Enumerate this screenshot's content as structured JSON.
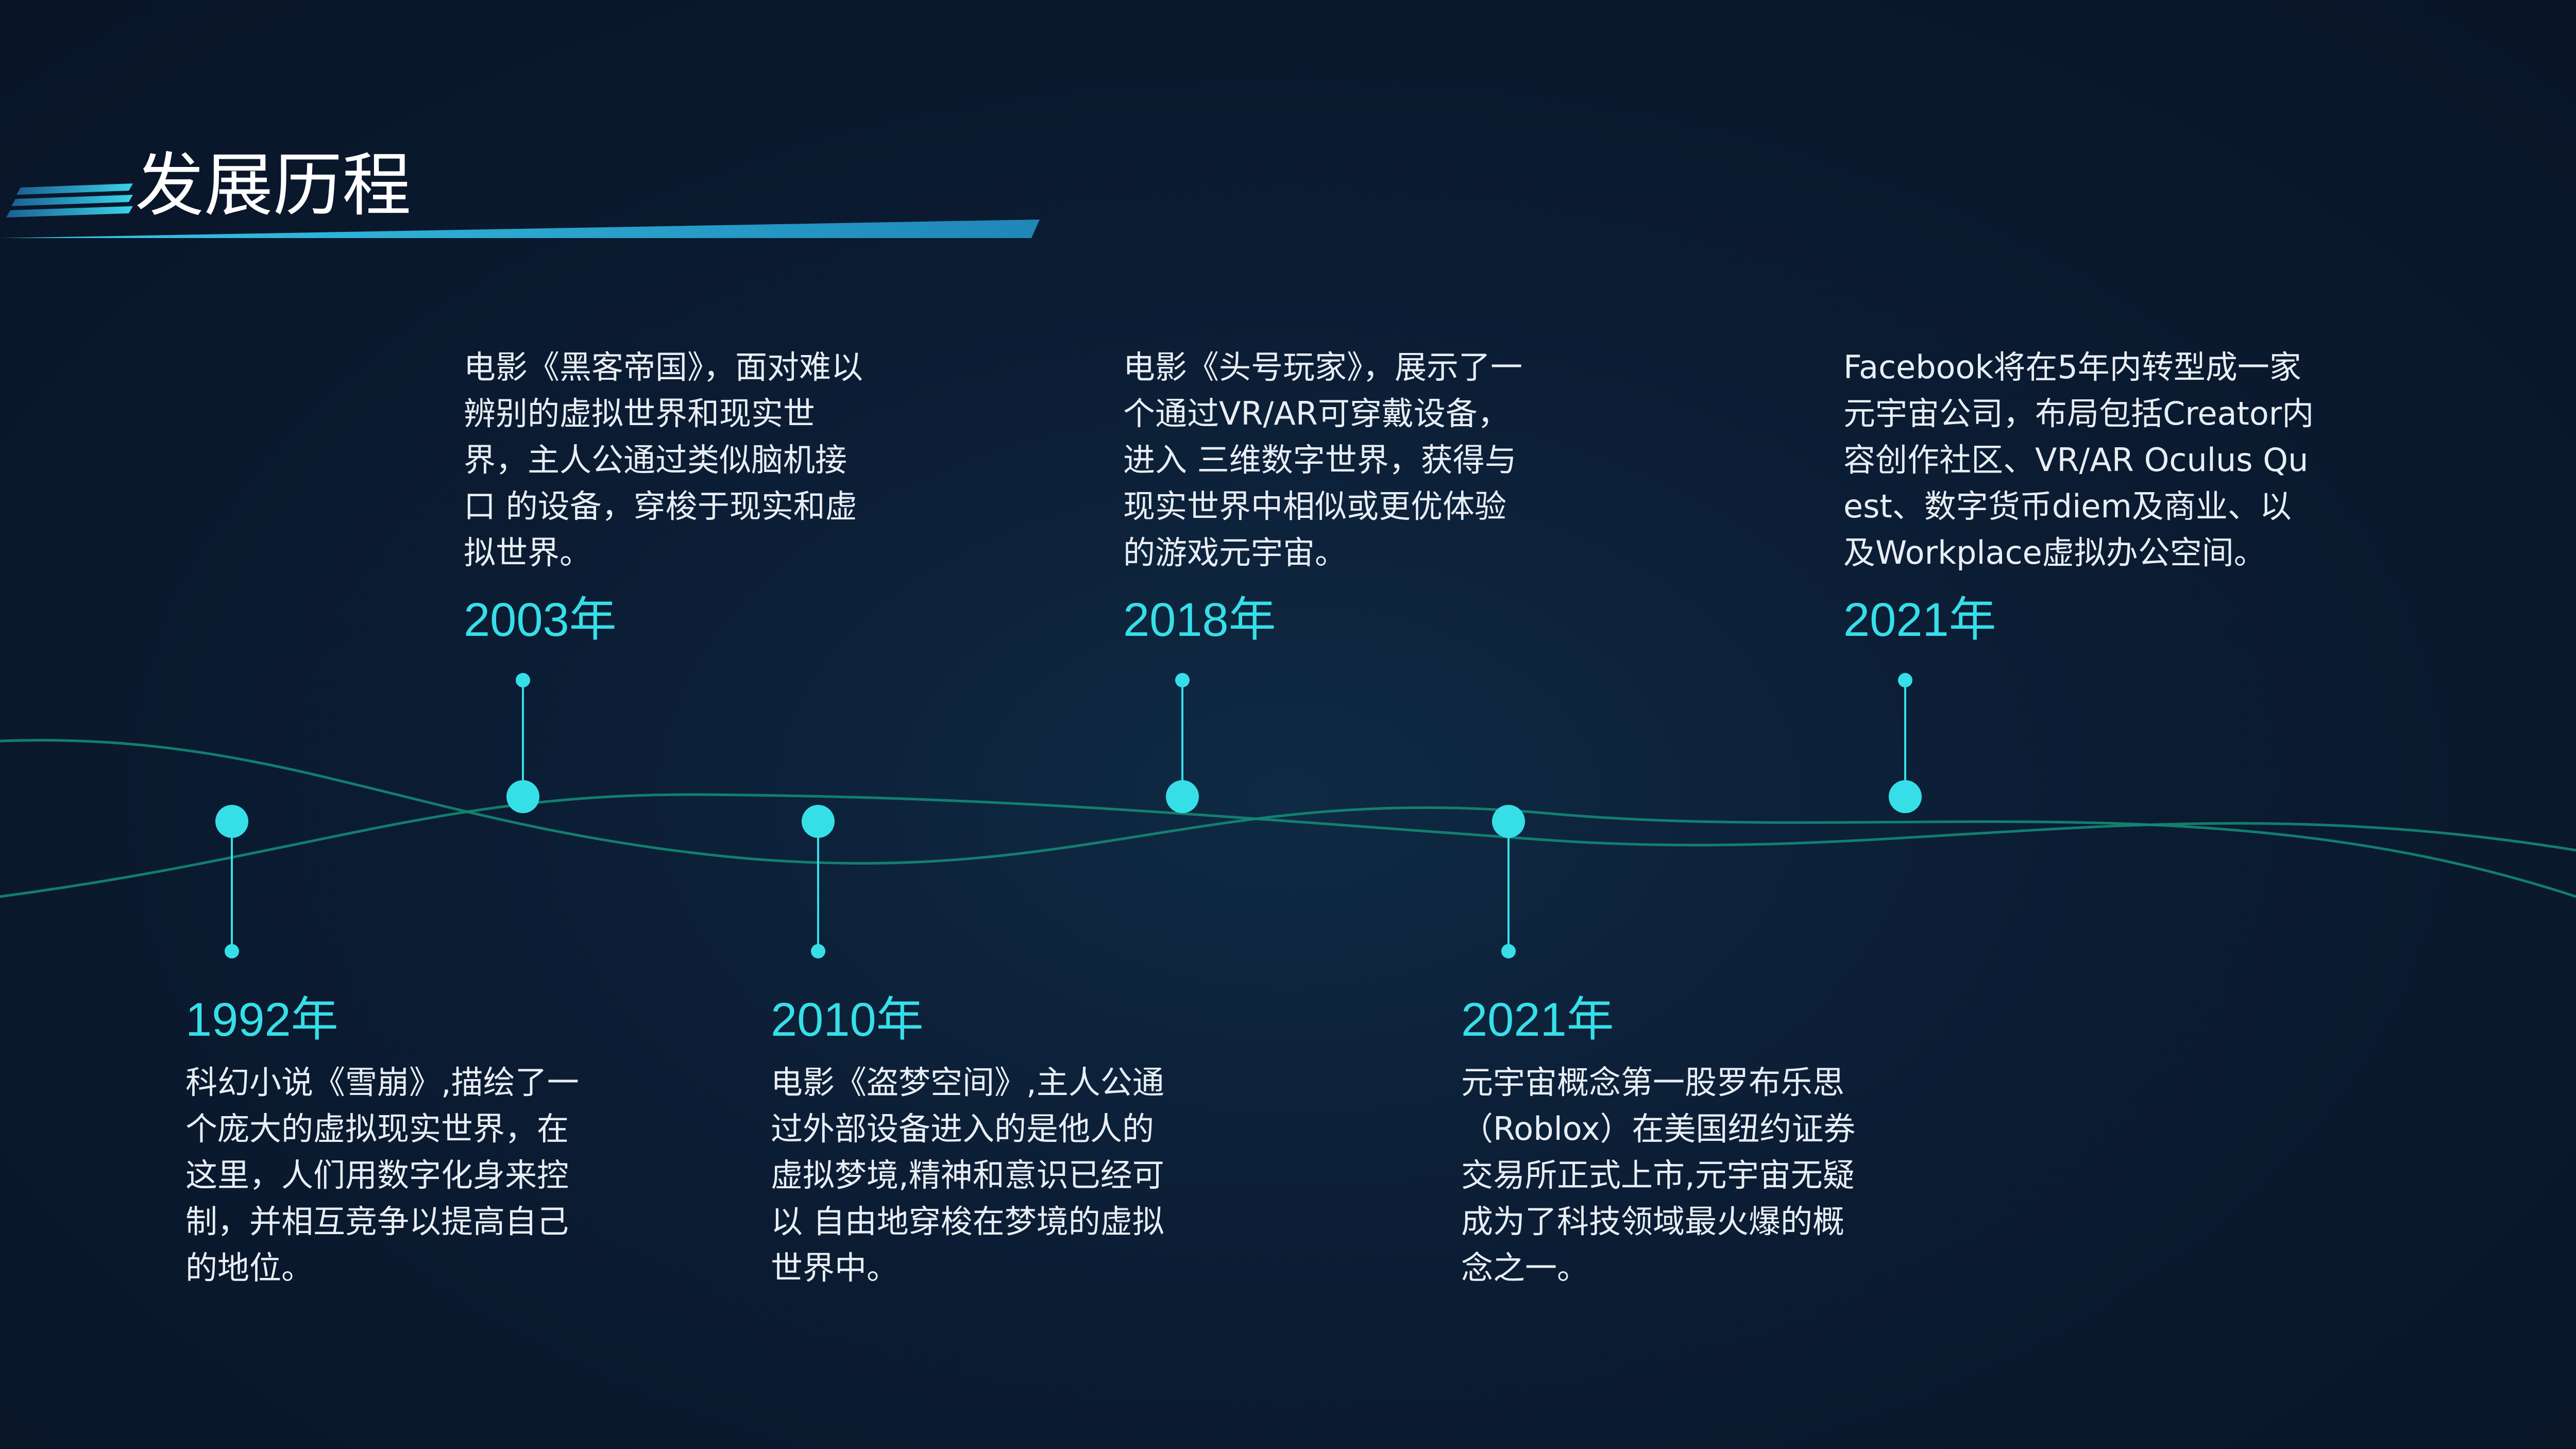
{
  "header": {
    "title": "发展历程"
  },
  "colors": {
    "accent": "#36dfe8",
    "wave": "#138a74",
    "text": "#e9eef5",
    "background": "#0b1c33"
  },
  "timeline": {
    "events_above": [
      {
        "year": "2003年",
        "text": "电影《黑客帝国》，面对难以辨别的虚拟世界和现实世界，主人公通过类似脑机接口 的设备，穿梭于现实和虚拟世界。"
      },
      {
        "year": "2018年",
        "text": "电影《头号玩家》，展示了一个通过VR/AR可穿戴设备，进入 三维数字世界，获得与现实世界中相似或更优体验的游戏元宇宙。"
      },
      {
        "year": "2021年",
        "text": "Facebook将在5年内转型成一家元宇宙公司，布局包括Creator内容创作社区、VR/AR Oculus Quest、数字货币diem及商业、以及Workplace虚拟办公空间。"
      }
    ],
    "events_below": [
      {
        "year": "1992年",
        "text": "科幻小说《雪崩》,描绘了一个庞大的虚拟现实世界，在这里，人们用数字化身来控制，并相互竞争以提高自己的地位。"
      },
      {
        "year": "2010年",
        "text": "电影《盗梦空间》,主人公通过外部设备进入的是他人的虚拟梦境,精神和意识已经可以 自由地穿梭在梦境的虚拟世界中。"
      },
      {
        "year": "2021年",
        "text": "元宇宙概念第一股罗布乐思（Roblox）在美国纽约证券交易所正式上市,元宇宙无疑成为了科技领域最火爆的概念之一。"
      }
    ]
  }
}
